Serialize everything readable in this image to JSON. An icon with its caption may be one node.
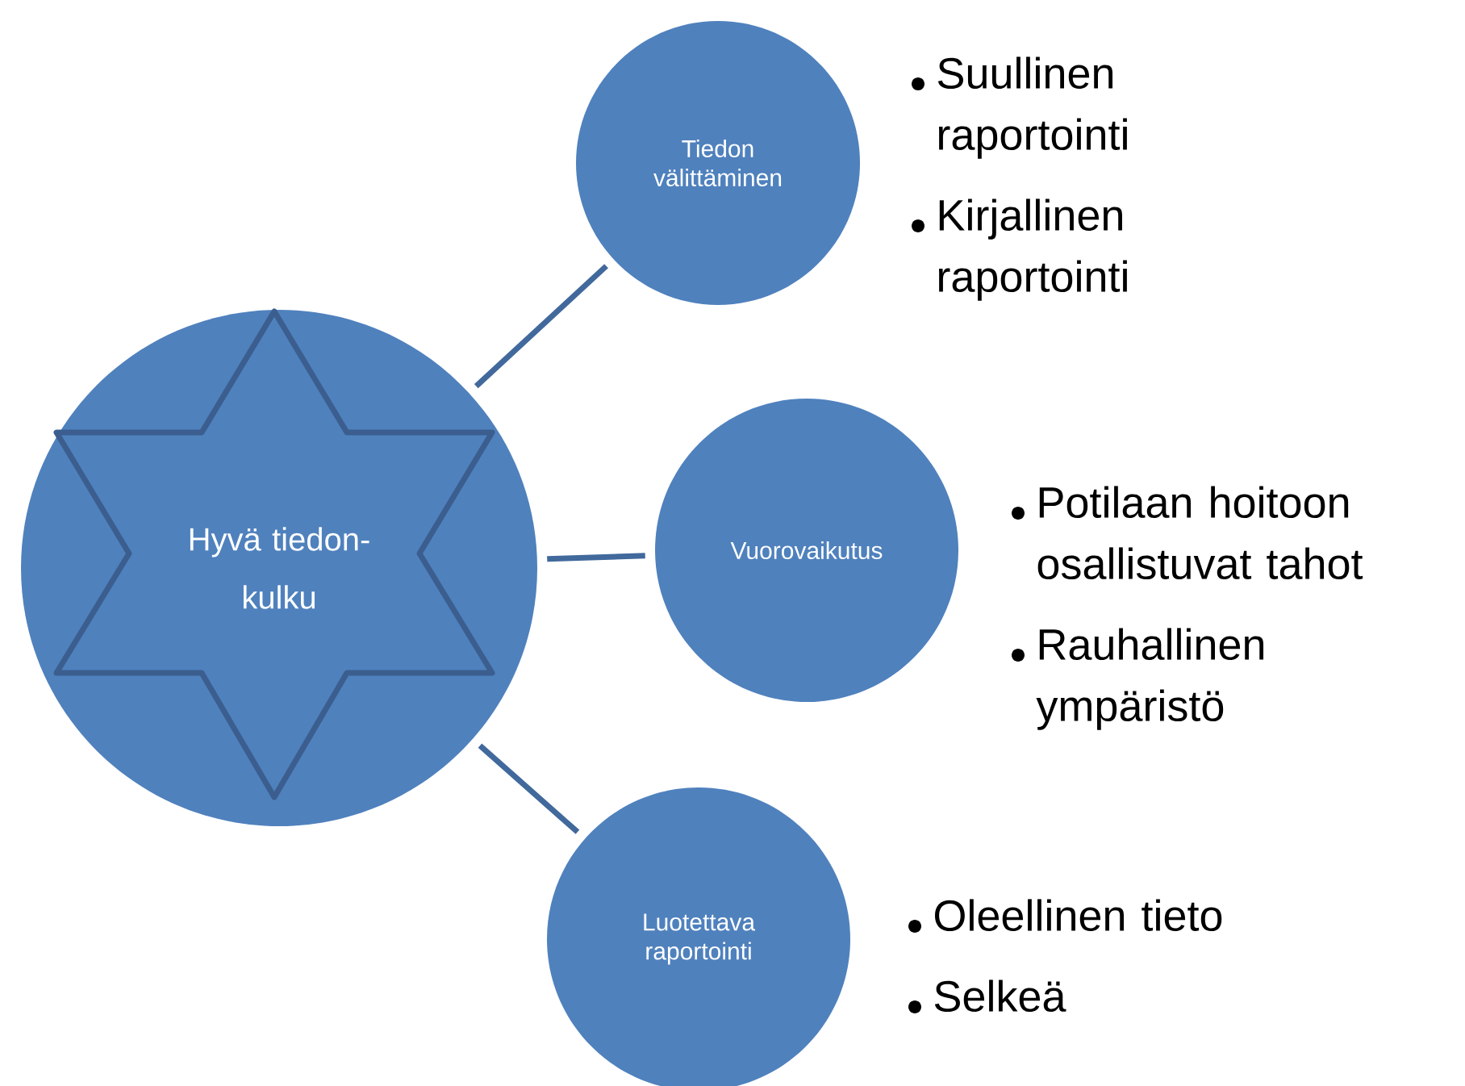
{
  "diagram": {
    "nodes": [
      {
        "text": [
          "Hyvä tiedon- kulku"
        ]
      },
      {
        "text": [
          "Tiedon välittäminen"
        ],
        "beside": [
          "Suullinen raportointi",
          "Kirjallinen raportointi"
        ]
      },
      {
        "text": [
          "Vuorovaikutus"
        ],
        "beside": [
          "Potilaan hoitoon osallistuvat tahot",
          "Rauhallinen ympäristö"
        ]
      },
      {
        "text": [
          "Luotettava raportointi"
        ],
        "beside": [
          "Oleellinen tieto",
          "Selkeä"
        ]
      }
    ],
    "edges": [
      {
        "from": 0,
        "to": 1,
        "arrow": "none"
      },
      {
        "from": 0,
        "to": 2,
        "arrow": "none"
      },
      {
        "from": 0,
        "to": 3,
        "arrow": "none"
      }
    ]
  }
}
